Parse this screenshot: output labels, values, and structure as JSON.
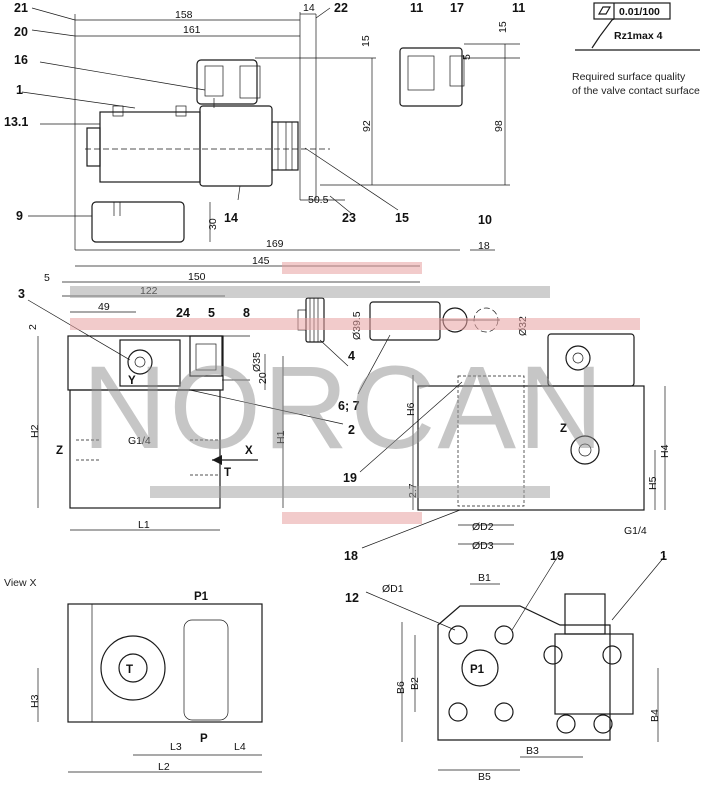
{
  "dims": {
    "d158": "158",
    "d161": "161",
    "d14": "14",
    "d15a": "15",
    "d15b": "15",
    "d5a": "5",
    "d92": "92",
    "d98": "98",
    "d30": "30",
    "d50_5": "50.5",
    "d169": "169",
    "d145": "145",
    "d18": "18",
    "d150": "150",
    "d122": "122",
    "d49": "49",
    "d5b": "5",
    "d2": "2",
    "d39_5": "Ø39.5",
    "d32": "Ø32",
    "d35": "Ø35",
    "d20": "20",
    "d2_7": "2.7",
    "H1": "H1",
    "H2": "H2",
    "H3": "H3",
    "H4": "H4",
    "H5": "H5",
    "H6": "H6",
    "L1": "L1",
    "L2": "L2",
    "L3": "L3",
    "L4": "L4",
    "B1": "B1",
    "B2": "B2",
    "B3": "B3",
    "B4": "B4",
    "B5": "B5",
    "B6": "B6",
    "D1": "ØD1",
    "D2": "ØD2",
    "D3": "ØD3",
    "G14a": "G1/4",
    "G14b": "G1/4"
  },
  "balloons": {
    "b21": "21",
    "b20": "20",
    "b16": "16",
    "b1a": "1",
    "b13_1": "13.1",
    "b9": "9",
    "b22": "22",
    "b11a": "11",
    "b17": "17",
    "b11b": "11",
    "b14": "14",
    "b23": "23",
    "b15": "15",
    "b10": "10",
    "b3": "3",
    "b24": "24",
    "b5": "5",
    "b8": "8",
    "b4": "4",
    "b6_7": "6; 7",
    "b2": "2",
    "b19a": "19",
    "b18": "18",
    "b12": "12",
    "b19b": "19",
    "b1b": "1"
  },
  "letters": {
    "Y": "Y",
    "Za": "Z",
    "Zb": "Z",
    "X": "X",
    "T": "T",
    "Tv": "T",
    "P1a": "P1",
    "P": "P",
    "P1b": "P1"
  },
  "view_label": "View X",
  "surface": {
    "flatness": "0.01/100",
    "roughness": "Rz1max 4",
    "note_line1": "Required surface quality",
    "note_line2": "of the valve contact surface"
  },
  "watermark": "NORCAN"
}
